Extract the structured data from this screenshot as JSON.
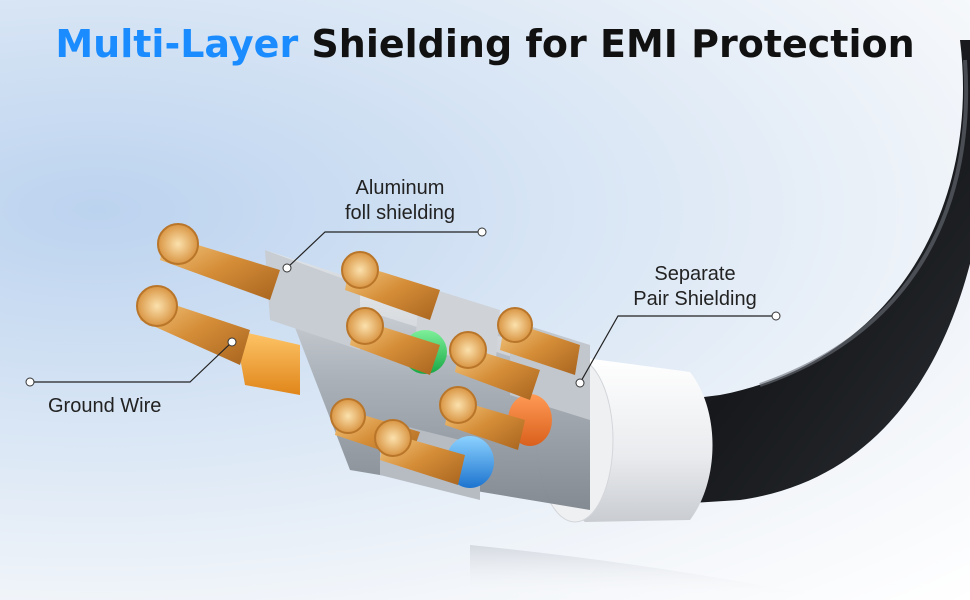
{
  "title": {
    "highlight": "Multi-Layer",
    "rest": " Shielding for EMI Protection",
    "highlight_color": "#1a8cff"
  },
  "callouts": {
    "aluminum_line1": "Aluminum",
    "aluminum_line2": "foll shielding",
    "separate_line1": "Separate",
    "separate_line2": "Pair Shielding",
    "ground": "Ground Wire"
  },
  "colors": {
    "jacket": "#1d1f22",
    "inner_white": "#f2f3f5",
    "foil": "#b9bec4",
    "copper": "#d9963f",
    "orange_insulation": "#ef9a22",
    "green_insulation": "#2ec15a",
    "blue_insulation": "#2a8de0",
    "leader_line": "#222222"
  }
}
